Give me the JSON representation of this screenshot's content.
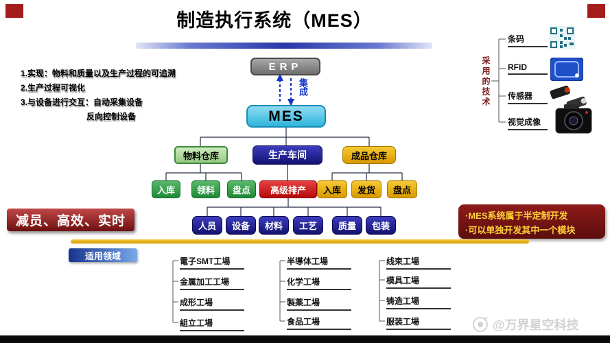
{
  "page": {
    "title": "制造执行系统（MES）",
    "watermark": "@万界星空科技"
  },
  "notes": {
    "line1": "1.实现：物料和质量以及生产过程的可追溯",
    "line2": "2.生产过程可视化",
    "line3": "3.与设备进行交互：自动采集设备",
    "line4": "反向控制设备"
  },
  "flow": {
    "erp": "ERP",
    "integration": "集成",
    "mes": "MES",
    "level2": {
      "material_warehouse": "物料仓库",
      "production_workshop": "生产车间",
      "finished_warehouse": "成品仓库"
    },
    "material_ops": [
      "入库",
      "领料",
      "盘点"
    ],
    "scheduling": "高级排产",
    "finished_ops": [
      "入库",
      "发货",
      "盘点"
    ],
    "resources": [
      "人员",
      "设备",
      "材料",
      "工艺",
      "质量",
      "包装"
    ]
  },
  "benefit_banner": "减员、高效、实时",
  "note_box": {
    "line1": "·MES系统属于半定制开发",
    "line2": "·可以单独开发其中一个模块"
  },
  "applications": {
    "label": "适用领域",
    "col1": [
      "電子SMT工場",
      "金属加工工場",
      "成形工場",
      "組立工場"
    ],
    "col2": [
      "半導体工場",
      "化学工場",
      "製薬工場",
      "食品工場"
    ],
    "col3": [
      "线束工場",
      "模具工場",
      "铸造工場",
      "服装工場"
    ]
  },
  "technology": {
    "title": "采用的技术",
    "items": [
      "条码",
      "RFID",
      "传感器",
      "视觉成像"
    ]
  },
  "colors": {
    "navy": "#1a1a99",
    "cyan": "#4ec7e8",
    "green": "#2f9e4f",
    "light_green": "#aed9a0",
    "gold": "#e8ac00",
    "red": "#cc1111",
    "dark_red": "#7a1212",
    "arrow_blue": "#1535c8"
  }
}
